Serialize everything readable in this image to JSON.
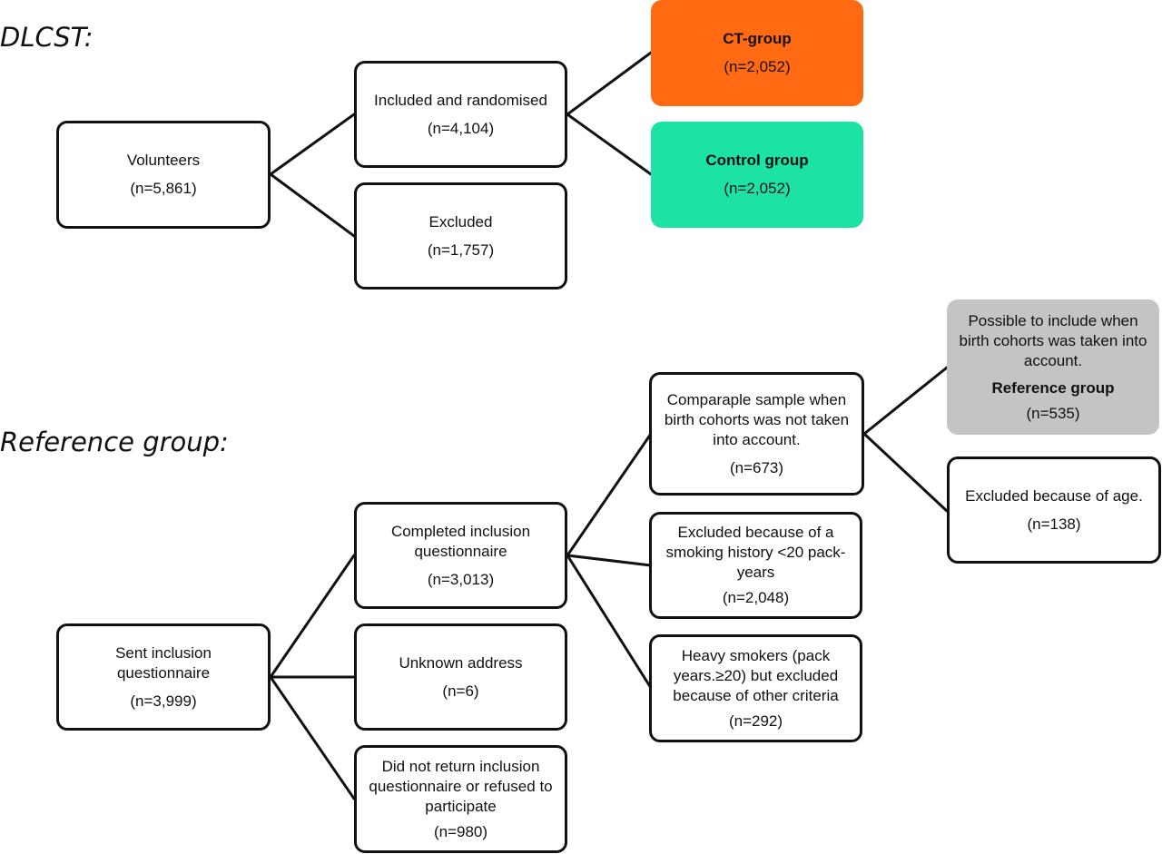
{
  "titles": {
    "dlcst": "DLCST:",
    "reference": "Reference group:"
  },
  "colors": {
    "ct_group": "#ff6a13",
    "control_group": "#1de2a5",
    "reference_group": "#c4c4c4",
    "line": "#111111"
  },
  "boxes": {
    "volunteers": {
      "label": "Volunteers",
      "count": "(n=5,861)"
    },
    "included": {
      "label": "Included and randomised",
      "count": "(n=4,104)"
    },
    "excluded_dlcst": {
      "label": "Excluded",
      "count": "(n=1,757)"
    },
    "ct_group": {
      "label": "CT-group",
      "count": "(n=2,052)"
    },
    "control_group": {
      "label": "Control group",
      "count": "(n=2,052)"
    },
    "sent": {
      "label": "Sent inclusion questionnaire",
      "count": "(n=3,999)"
    },
    "completed": {
      "label": "Completed inclusion questionnaire",
      "count": "(n=3,013)"
    },
    "unknown": {
      "label": "Unknown address",
      "count": "(n=6)"
    },
    "not_returned": {
      "label": "Did not return inclusion questionnaire or refused to participate",
      "count": "(n=980)"
    },
    "comparable": {
      "label": "Comparaple sample when birth cohorts was not taken into account.",
      "count": "(n=673)"
    },
    "excluded_smoking": {
      "label": "Excluded because of a smoking history <20 pack-years",
      "count": "(n=2,048)"
    },
    "heavy_smokers": {
      "label": "Heavy smokers (pack years.≥20) but excluded because of other criteria",
      "count": "(n=292)"
    },
    "reference_group": {
      "label": "Possible to include when birth cohorts was taken into account.",
      "sublabel": "Reference group",
      "count": "(n=535)"
    },
    "excluded_age": {
      "label": "Excluded because of age.",
      "count": "(n=138)"
    }
  }
}
